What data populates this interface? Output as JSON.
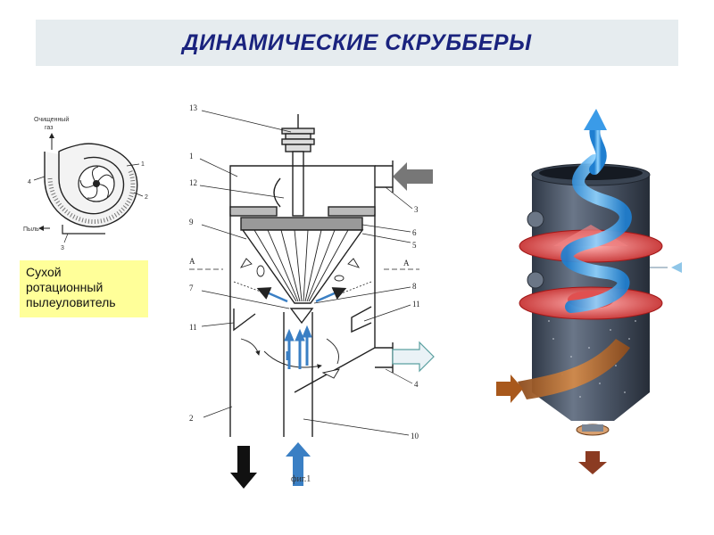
{
  "title": "ДИНАМИЧЕСКИЕ СКРУББЕРЫ",
  "caption": {
    "lines": [
      "Сухой",
      "ротационный",
      "пылеуловитель"
    ]
  },
  "left_diagram": {
    "clean_gas_line1": "Очищенный",
    "clean_gas_line2": "газ",
    "dust_label": "Пыль",
    "part_1": "1",
    "part_2": "2",
    "part_3": "3",
    "part_4": "4"
  },
  "center_diagram": {
    "labels": {
      "n1": "1",
      "n2": "2",
      "n3": "3",
      "n4": "4",
      "n5": "5",
      "n6": "6",
      "n7": "7",
      "n8": "8",
      "n9": "9",
      "n10": "10",
      "n11a": "11",
      "n11b": "11",
      "n12": "12",
      "n13": "13",
      "sectionA_left": "A",
      "sectionA_right": "A"
    },
    "fig_caption": "фиг.1"
  },
  "colors": {
    "title_text": "#1a237e",
    "title_bg": "#e6ecef",
    "caption_bg": "#ffff99",
    "flow_blue": "#3a7fc4",
    "inlet_gray": "#777777",
    "outlet_black": "#111111",
    "tank_body": "#4a5566",
    "rotor_red": "#e04848",
    "dust_brown": "#b5652a"
  }
}
